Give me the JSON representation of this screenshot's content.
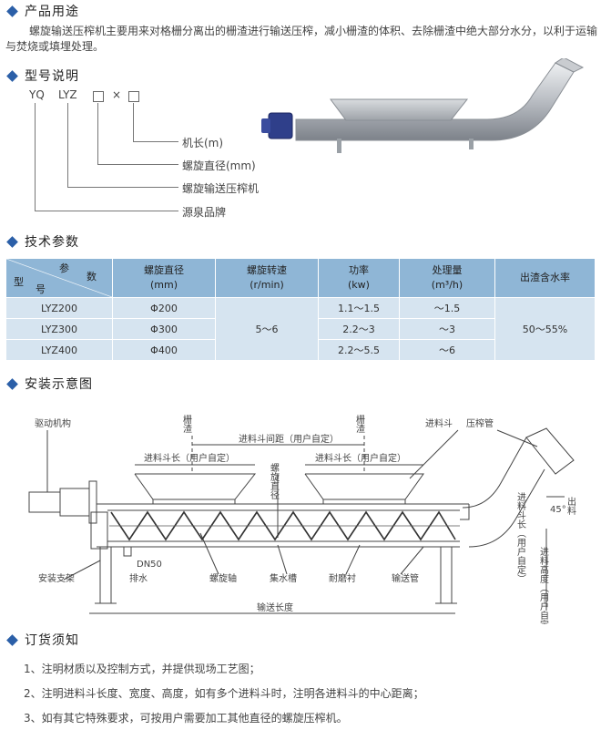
{
  "sections": {
    "usage": "产品用途",
    "model": "型号说明",
    "params": "技术参数",
    "install": "安装示意图",
    "order": "订货须知"
  },
  "usage_text": "螺旋输送压榨机主要用来对格栅分离出的栅渣进行输送压榨，减小栅渣的体积、去除栅渣中绝大部分水分，以利于运输与焚烧或填埋处理。",
  "model": {
    "parts": [
      "YQ",
      "LYZ",
      "×"
    ],
    "labels": [
      "机长(m)",
      "螺旋直径(mm)",
      "螺旋输送压榨机",
      "源泉品牌"
    ]
  },
  "table": {
    "corner_top": [
      "参",
      "数"
    ],
    "corner_bottom": [
      "型",
      "号"
    ],
    "headers": [
      [
        "螺旋直径",
        "(mm)"
      ],
      [
        "螺旋转速",
        "(r/min)"
      ],
      [
        "功率",
        "(kw)"
      ],
      [
        "处理量",
        "(m³/h)"
      ],
      [
        "出渣含水率",
        ""
      ]
    ],
    "rows": [
      {
        "model": "LYZ200",
        "diameter": "Φ200",
        "power": "1.1～1.5",
        "capacity": "～1.5"
      },
      {
        "model": "LYZ300",
        "diameter": "Φ300",
        "power": "2.2～3",
        "capacity": "～3"
      },
      {
        "model": "LYZ400",
        "diameter": "Φ400",
        "power": "2.2～5.5",
        "capacity": "～6"
      }
    ],
    "speed": "5～6",
    "moisture": "50～55%"
  },
  "diagram": {
    "drive": "驱动机构",
    "fence1": "栅渣",
    "fence2": "栅渣",
    "hopper_spacing": "进料斗间距（用户自定）",
    "hopper_len1": "进料斗长（用户自定）",
    "hopper_len2": "进料斗长（用户自定）",
    "inlet": "进料斗",
    "press_pipe": "压榨管",
    "screw_dia": "螺旋直径",
    "incline_len": "进料斗长（用户自定）",
    "angle": "45°",
    "outlet": "出料",
    "dn": "DN50",
    "drain": "排水",
    "support": "安装支架",
    "shaft": "螺旋轴",
    "trough": "集水槽",
    "liner": "耐磨衬",
    "conveyor": "输送管",
    "lift_len": "进料高度（用户自定）",
    "total_len": "输送长度"
  },
  "order": [
    "1、注明材质以及控制方式，并提供现场工艺图；",
    "2、注明进料斗长度、宽度、高度，如有多个进料斗时，注明各进料斗的中心距离；",
    "3、如有其它特殊要求，可按用户需要加工其他直径的螺旋压榨机。"
  ],
  "colors": {
    "accent": "#2b5fa8",
    "table_header": "#8fb6d6",
    "table_body": "#d6e4f0"
  }
}
